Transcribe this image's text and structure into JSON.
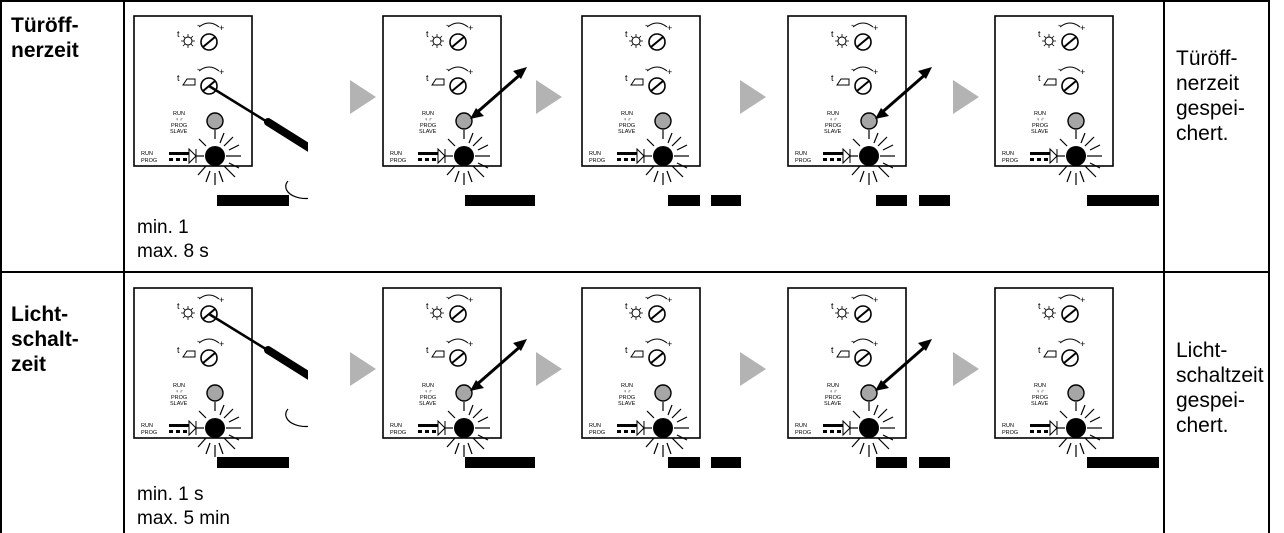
{
  "rows": [
    {
      "label": "Türöff-\nnerzeit",
      "range": "min. 1\nmax. 8 s",
      "result": "Türöff-\nnerzeit\ngespei-\nchert."
    },
    {
      "label": "Licht-\nschalt-\nzeit",
      "range": "min. 1 s\nmax. 5 min",
      "result": "Licht-\nschaltzeit\ngespei-\nchert."
    }
  ],
  "device_labels": {
    "mode_run": "RUN",
    "mode_stat": "♀♂",
    "mode_prog": "PROG",
    "mode_slave": "SLAVE",
    "indicator_run": "RUN",
    "indicator_prog": "PROG"
  },
  "colors": {
    "border": "#000000",
    "step_arrow": "#b3b3b3",
    "button_fill": "#a6a6a6",
    "led_fill": "#000000"
  },
  "icons": [
    "sun-icon",
    "door-icon",
    "screwdriver-icon",
    "rotate-arrow-icon",
    "double-arrow-icon",
    "led-rays-icon",
    "step-arrow-icon"
  ]
}
